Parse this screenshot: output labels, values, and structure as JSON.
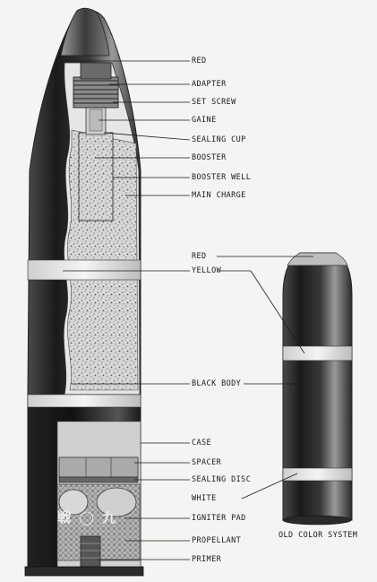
{
  "labels": {
    "red": "RED",
    "adapter": "ADAPTER",
    "set_screw": "SET SCREW",
    "gaine": "GAINE",
    "sealing_cup": "SEALING CUP",
    "booster": "BOOSTER",
    "booster_well": "BOOSTER WELL",
    "main_charge": "MAIN CHARGE",
    "red_2": "RED",
    "yellow": "YELLOW",
    "black_body": "BLACK BODY",
    "case": "CASE",
    "spacer": "SPACER",
    "sealing_disc": "SEALING DISC",
    "white": "WHITE",
    "igniter_pad": "IGNITER PAD",
    "propellant": "PROPELLANT",
    "primer": "PRIMER"
  },
  "case_marking": "戦 ◯ 九",
  "caption": "OLD COLOR SYSTEM",
  "colors": {
    "background": "#f4f4f2",
    "body_dark": "#1e1e1e",
    "band_light": "#e8e8e8",
    "cutaway_fill": "#cfcfcf",
    "lines": "#222222"
  }
}
